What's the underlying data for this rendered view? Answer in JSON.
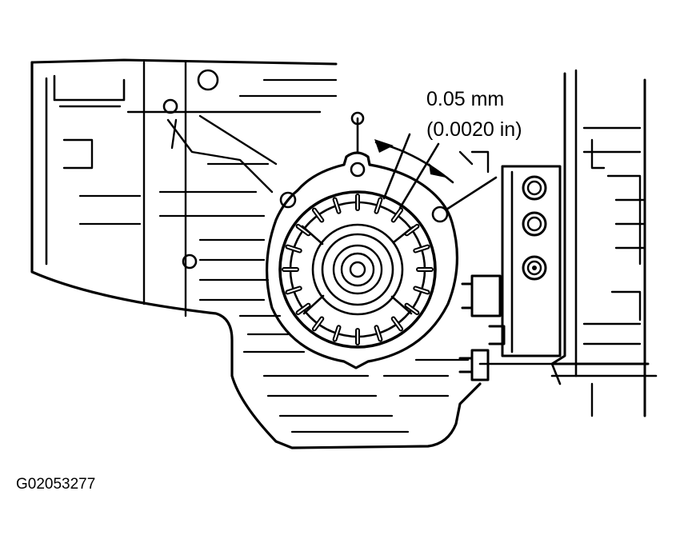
{
  "measurement": {
    "metric": "0.05 mm",
    "imperial": "(0.0020 in)"
  },
  "figure_id": "G02053277",
  "colors": {
    "ink": "#000000",
    "paper": "#ffffff"
  }
}
